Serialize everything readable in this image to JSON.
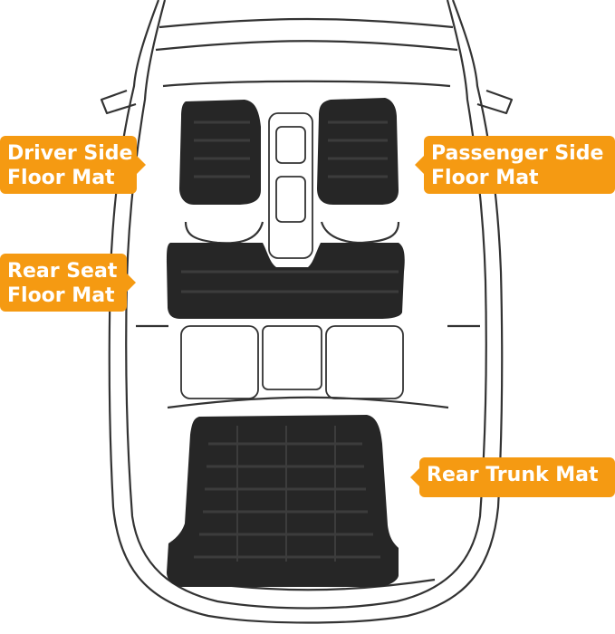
{
  "image": {
    "subject": "car-top-view-line-drawing",
    "colors": {
      "callout": "#f59a12",
      "callout_text": "#ffffff",
      "outline": "#333333",
      "mat": "#262626",
      "mat_ridge": "#3c3c3c"
    }
  },
  "callouts": {
    "driver": [
      "Driver Side",
      "Floor Mat"
    ],
    "passenger": [
      "Passenger Side",
      "Floor Mat"
    ],
    "rear_seat": [
      "Rear Seat",
      "Floor Mat"
    ],
    "trunk": [
      "Rear Trunk Mat"
    ]
  }
}
